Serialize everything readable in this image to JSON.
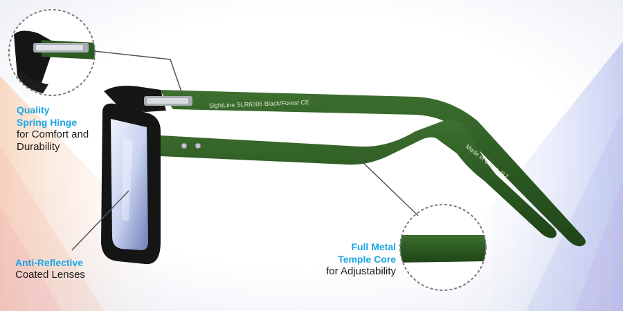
{
  "colors": {
    "highlight": "#1aa7e6",
    "body_text": "#1a1a1a",
    "temple_green": "#2c5a22",
    "frame_black": "#141414",
    "callout_ring": "#7a7a7a"
  },
  "product": {
    "temple_imprint": "SightLine  SLR6006  Black/Forest  CE",
    "inner_imprint": "Made in China  J17"
  },
  "features": {
    "hinge": {
      "line1": "Quality",
      "line2": "Spring Hinge",
      "line3": "for Comfort and",
      "line4": "Durability"
    },
    "lens": {
      "line1": "Anti-Reflective",
      "line2": "Coated Lenses"
    },
    "core": {
      "line1": "Full Metal",
      "line2": "Temple Core",
      "line3": "for Adjustability"
    }
  },
  "icons": [
    "hinge-detail-callout",
    "temple-core-detail-callout",
    "leader-line"
  ]
}
